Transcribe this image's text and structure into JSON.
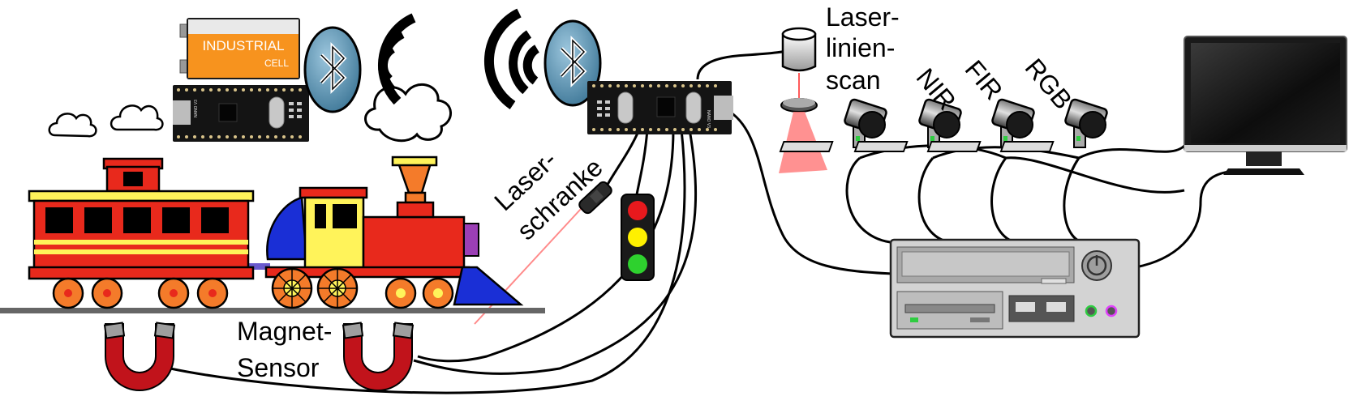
{
  "labels": {
    "battery_line1": "INDUSTRIAL",
    "battery_line2": "CELL",
    "laser_barrier_1": "Laser-",
    "laser_barrier_2": "schranke",
    "magnet_sensor_1": "Magnet-",
    "magnet_sensor_2": "Sensor",
    "line_scan_1": "Laser-",
    "line_scan_2": "linien-",
    "line_scan_3": "scan",
    "cam_nir": "NIR",
    "cam_fir": "FIR",
    "cam_rgb": "RGB",
    "board_left": "NANO V3",
    "board_right": "NANO V3"
  },
  "colors": {
    "bluetooth": "#4a86a8",
    "battery": "#f7931e",
    "train_red": "#e8291c",
    "train_yellow": "#fff35a",
    "train_blue": "#1a2fd6",
    "wheel": "#f47b2a",
    "magnet_red": "#c1131b",
    "laser": "#ff8a8a",
    "light_red": "#e8191d",
    "light_yellow": "#fff000",
    "light_green": "#2ed12e",
    "pc_body": "#d3d3d3"
  },
  "icons": [
    "bluetooth-icon",
    "radio-waves-icon",
    "cloud-icon",
    "battery-icon",
    "arduino-board-icon",
    "train-icon",
    "magnet-icon",
    "laser-pointer-icon",
    "traffic-light-icon",
    "line-laser-icon",
    "camera-icon",
    "monitor-icon",
    "pc-icon"
  ]
}
